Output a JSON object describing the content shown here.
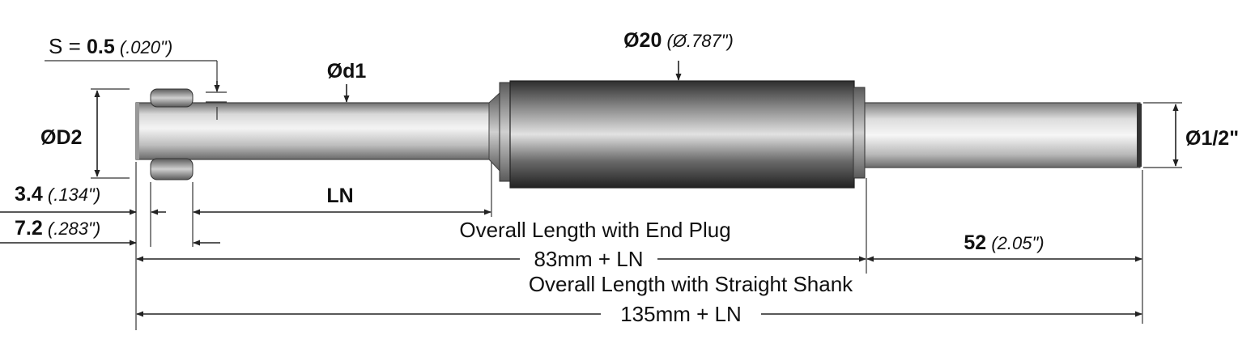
{
  "diagram": {
    "s_label": {
      "prefix": "S = ",
      "value": "0.5",
      "inch": " (.020\")"
    },
    "d1_label": "Ød1",
    "d20_label": {
      "value": "Ø20",
      "inch": " (Ø.787\")"
    },
    "D2_label": "ØD2",
    "half_inch_label": "Ø1/2\"",
    "dim_34": {
      "value": "3.4",
      "inch": " (.134\")"
    },
    "dim_72": {
      "value": "7.2",
      "inch": " (.283\")"
    },
    "ln_label": "LN",
    "end_plug_title": "Overall Length with End Plug",
    "end_plug_value": "83mm + LN",
    "dim_52": {
      "value": "52",
      "inch": " (2.05\")"
    },
    "straight_shank_title": "Overall Length with Straight Shank",
    "straight_shank_value": "135mm + LN"
  }
}
